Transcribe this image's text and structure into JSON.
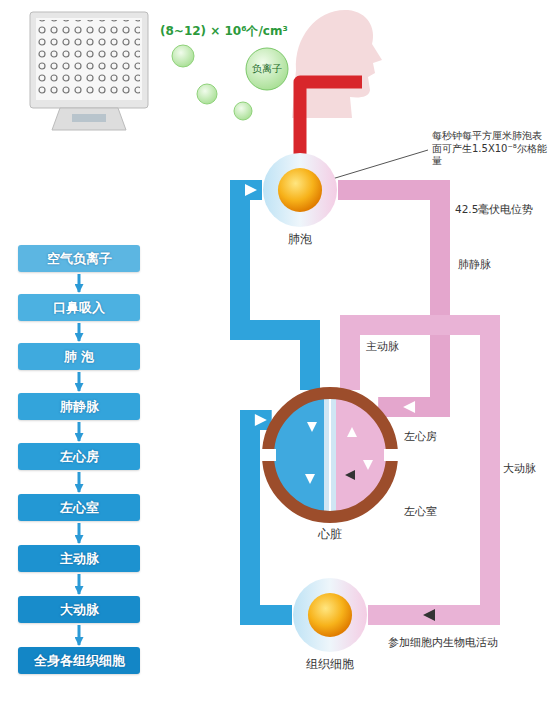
{
  "diagram": {
    "nodes": [
      {
        "text": [
          "负离子"
        ]
      },
      {
        "text": [
          "肺泡"
        ]
      },
      {
        "text": [
          "空气负离子"
        ]
      },
      {
        "text": [
          "口鼻吸入"
        ]
      },
      {
        "text": [
          "肺 泡"
        ]
      },
      {
        "text": [
          "肺静脉"
        ]
      },
      {
        "text": [
          "左心房"
        ]
      },
      {
        "text": [
          "左心室"
        ]
      },
      {
        "text": [
          "主动脉"
        ]
      },
      {
        "text": [
          "大动脉"
        ]
      },
      {
        "text": [
          "全身各组织细胞"
        ]
      },
      {
        "text": [
          "心脏"
        ]
      },
      {
        "text": [
          "组织细胞"
        ]
      }
    ],
    "edges": [
      {
        "from": 2,
        "to": 3,
        "arrow": "to"
      },
      {
        "from": 3,
        "to": 4,
        "arrow": "to"
      },
      {
        "from": 4,
        "to": 5,
        "arrow": "to"
      },
      {
        "from": 5,
        "to": 6,
        "arrow": "to"
      },
      {
        "from": 6,
        "to": 7,
        "arrow": "to"
      },
      {
        "from": 7,
        "to": 8,
        "arrow": "to"
      },
      {
        "from": 8,
        "to": 9,
        "arrow": "to"
      },
      {
        "from": 9,
        "to": 10,
        "arrow": "to"
      },
      {
        "from": 1,
        "to": 11,
        "arrow": "to"
      },
      {
        "from": 11,
        "to": 12,
        "arrow": "to"
      },
      {
        "from": 12,
        "to": 11,
        "arrow": "to"
      },
      {
        "from": 11,
        "to": 1,
        "arrow": "to"
      }
    ],
    "labels": [
      "(8~12) × 10⁶个/cm³",
      "每秒钟每平方厘米肺泡表面可产生1.5X10⁻⁸尔格能量",
      "42.5毫伏电位势",
      "肺静脉",
      "主动脉",
      "左心房",
      "左心室",
      "大动脉",
      "参加细胞内生物电活动"
    ]
  }
}
